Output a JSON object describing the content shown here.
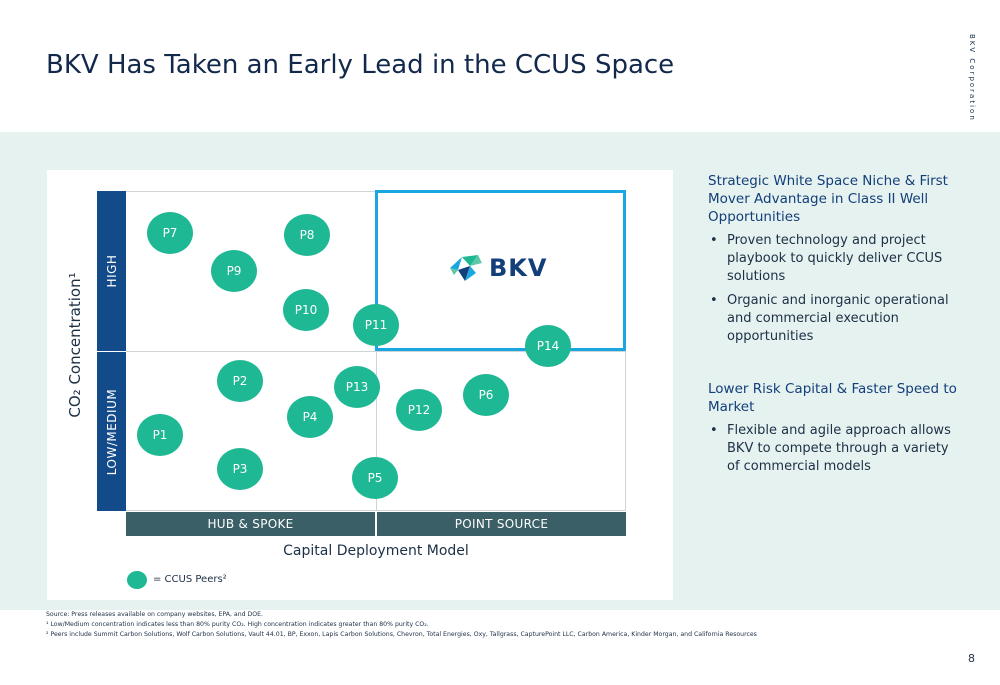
{
  "header": {
    "title": "BKV Has Taken an Early Lead in the CCUS Space",
    "corp_label": "BKV Corporation"
  },
  "diagram": {
    "y_axis_label": "CO₂ Concentration¹",
    "y_categories": {
      "high": "HIGH",
      "low": "LOW/MEDIUM"
    },
    "x_categories": {
      "left": "HUB & SPOKE",
      "right": "POINT SOURCE"
    },
    "x_axis_label": "Capital Deployment Model",
    "bkv_logo_text": "BKV",
    "peers": [
      {
        "label": "P7",
        "zone": "high / hub & spoke"
      },
      {
        "label": "P8",
        "zone": "high / hub & spoke"
      },
      {
        "label": "P9",
        "zone": "high / hub & spoke"
      },
      {
        "label": "P10",
        "zone": "high / hub & spoke"
      },
      {
        "label": "P11",
        "zone": "boundary"
      },
      {
        "label": "P14",
        "zone": "boundary"
      },
      {
        "label": "P2",
        "zone": "low / hub & spoke"
      },
      {
        "label": "P13",
        "zone": "boundary"
      },
      {
        "label": "P6",
        "zone": "low / point source"
      },
      {
        "label": "P12",
        "zone": "low / point source"
      },
      {
        "label": "P4",
        "zone": "low / hub & spoke"
      },
      {
        "label": "P1",
        "zone": "low / hub & spoke"
      },
      {
        "label": "P3",
        "zone": "low / hub & spoke"
      },
      {
        "label": "P5",
        "zone": "boundary"
      }
    ],
    "legend": "= CCUS Peers²",
    "colors": {
      "peer": "#1fb894",
      "y_bar": "#124a8a",
      "x_bar": "#3b5f66",
      "bkv_box": "#1aa6e0"
    }
  },
  "right": {
    "section1": {
      "heading": "Strategic White Space Niche & First Mover Advantage in Class II Well Opportunities",
      "bullets": [
        "Proven technology and project playbook to quickly deliver CCUS solutions",
        "Organic and inorganic operational and commercial execution opportunities"
      ]
    },
    "section2": {
      "heading": "Lower Risk Capital & Faster Speed to Market",
      "bullets": [
        "Flexible and agile approach allows BKV to compete through a variety of commercial models"
      ]
    }
  },
  "footnotes": [
    "Source: Press releases available on company websites, EPA, and DOE.",
    "¹ Low/Medium concentration indicates less than 80% purity CO₂. High concentration indicates greater than 80% purity CO₂.",
    "² Peers include Summit Carbon Solutions, Wolf Carbon Solutions, Vault 44.01, BP, Exxon, Lapis Carbon Solutions, Chevron, Total Energies, Oxy, Tallgrass, CapturePoint LLC, Carbon America, Kinder Morgan, and California Resources"
  ],
  "page_number": "8"
}
